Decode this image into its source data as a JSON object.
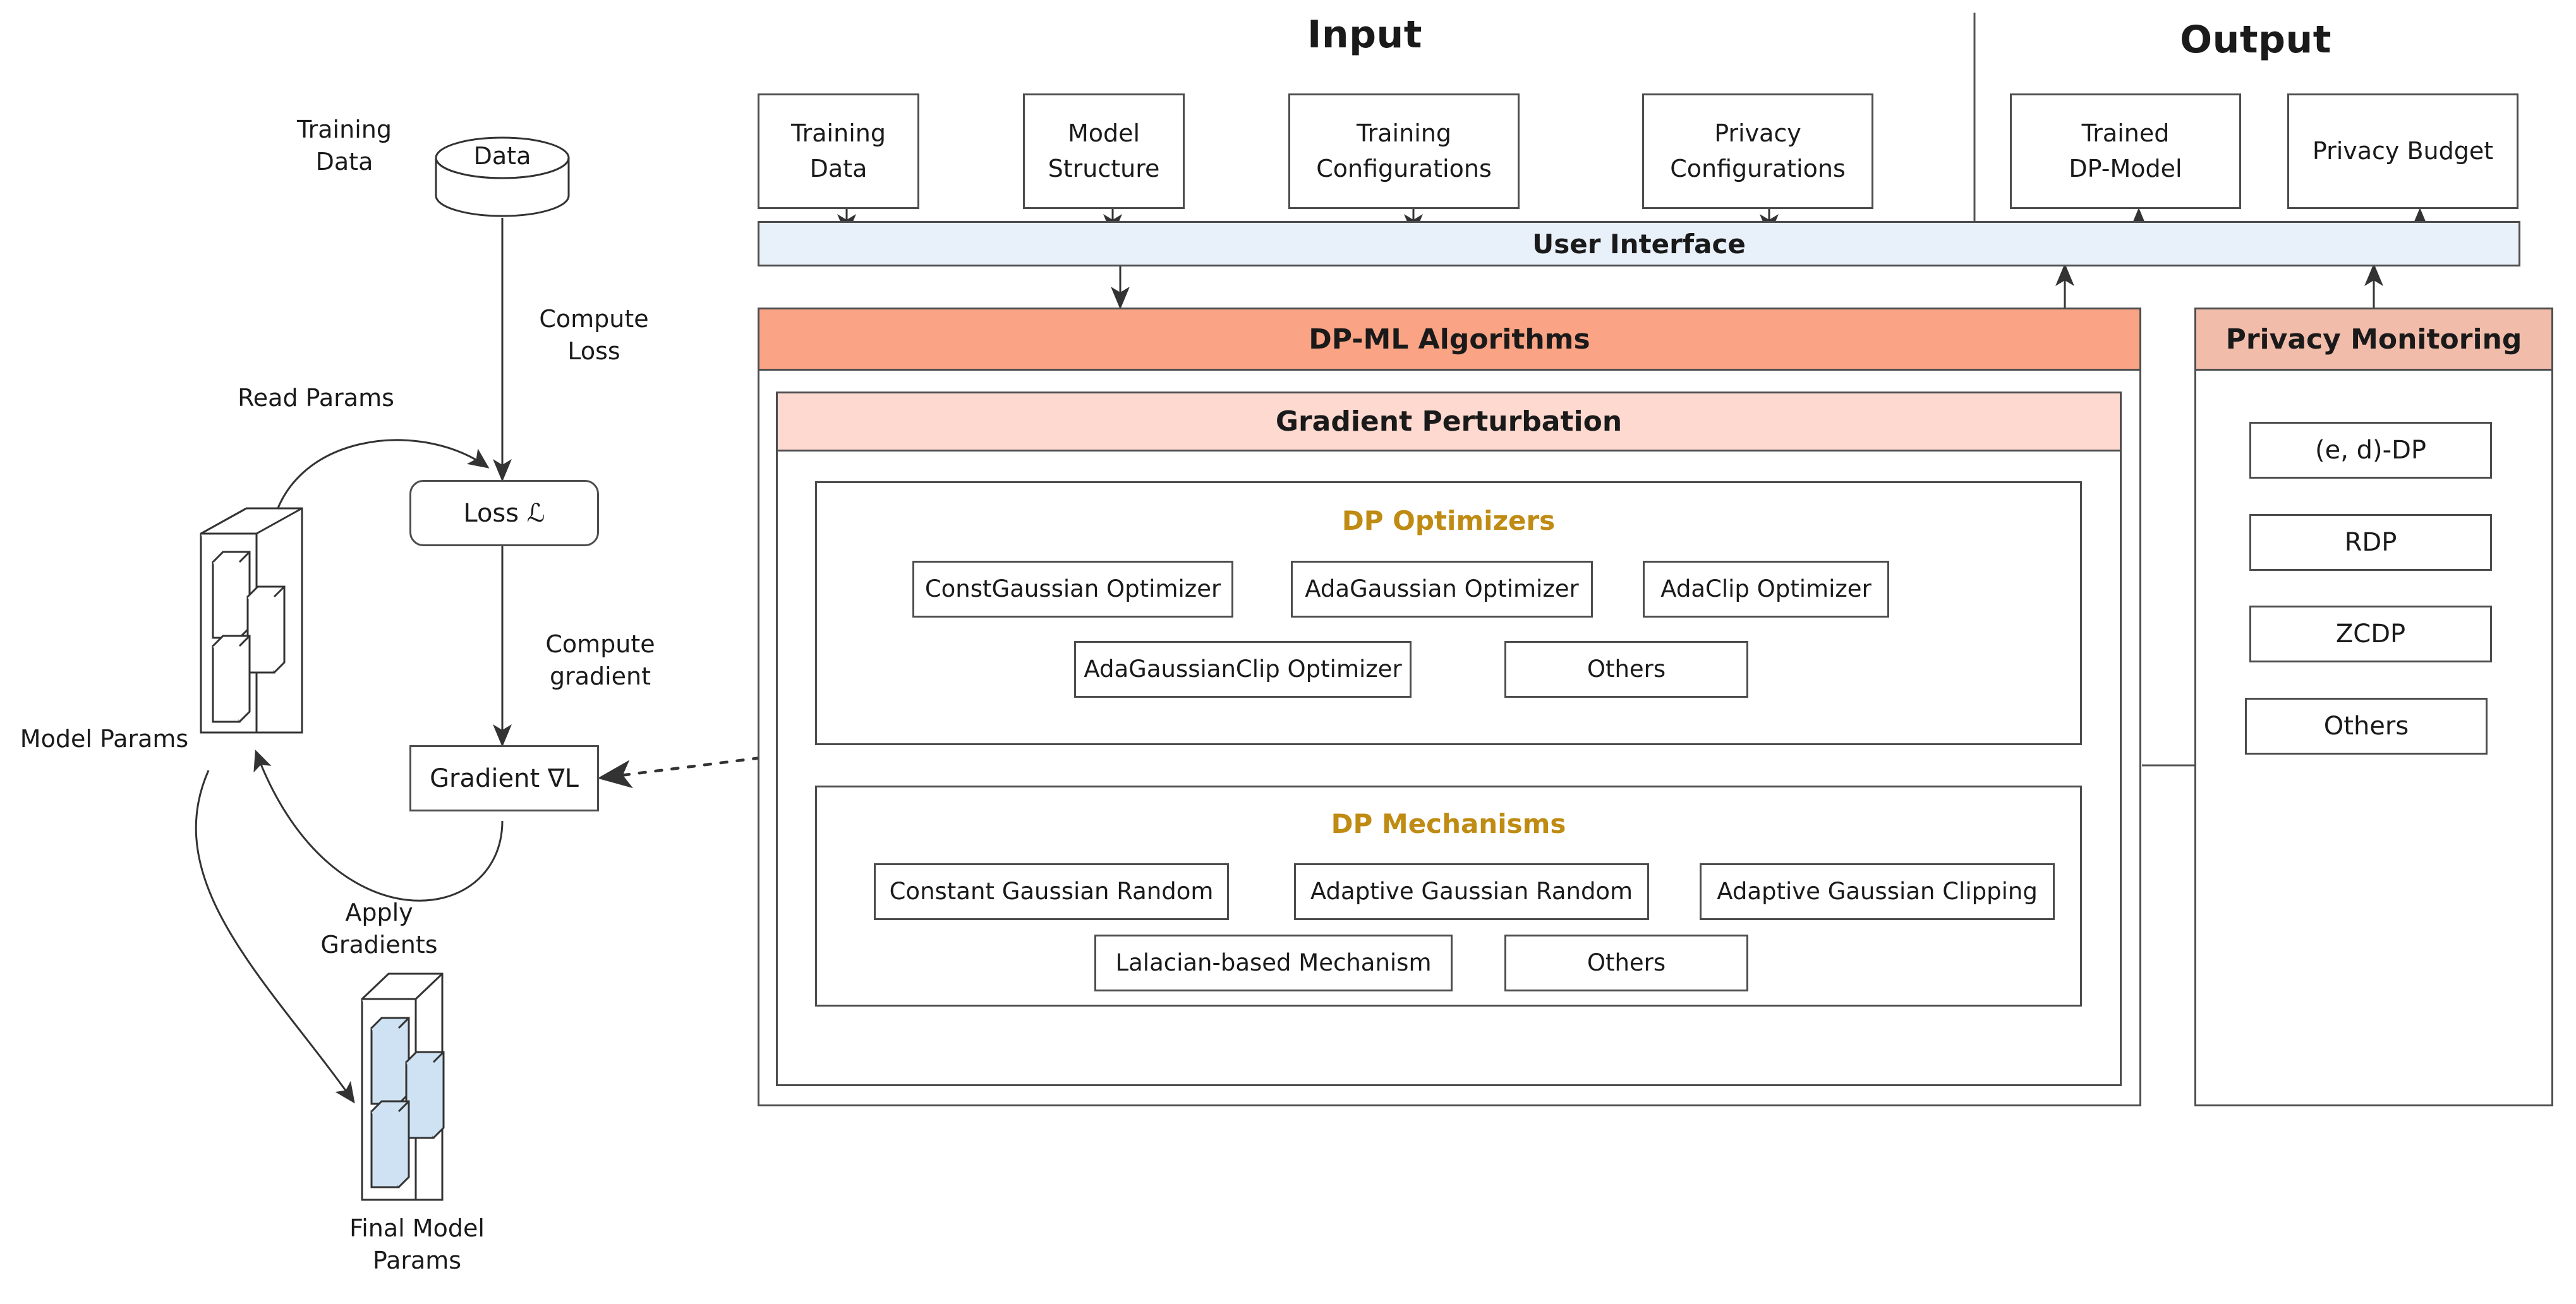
{
  "sections": {
    "input_title": "Input",
    "output_title": "Output"
  },
  "colors": {
    "user_interface_fill": "#e8f0fa",
    "dpml_header_fill": "#faa485",
    "gradient_perturbation_fill": "#fdd9d0",
    "privacy_monitoring_fill": "#f2bcab",
    "group_title_color": "#bf8b13",
    "param_block_fill": "#cfe2f3",
    "stroke": "#4d4d4d"
  },
  "training_loop": {
    "training_data_label": "Training\nData",
    "datastore_label": "Data",
    "compute_loss_label": "Compute\nLoss",
    "read_params_label": "Read Params",
    "loss_label": "Loss ℒ",
    "compute_gradient_label": "Compute\ngradient",
    "gradient_label": "Gradient ∇L",
    "model_params_label": "Model Params",
    "apply_gradients_label": "Apply\nGradients",
    "final_model_params_label": "Final Model\nParams"
  },
  "input_boxes": [
    {
      "label": "Training\nData"
    },
    {
      "label": "Model\nStructure"
    },
    {
      "label": "Training\nConfigurations"
    },
    {
      "label": "Privacy\nConfigurations"
    }
  ],
  "output_boxes": [
    {
      "label": "Trained\nDP-Model"
    },
    {
      "label": "Privacy Budget"
    }
  ],
  "user_interface": {
    "label": "User Interface"
  },
  "dpml": {
    "header": "DP-ML Algorithms",
    "gradient_perturbation_header": "Gradient Perturbation",
    "optimizers": {
      "title": "DP Optimizers",
      "row1": [
        {
          "label": "ConstGaussian Optimizer"
        },
        {
          "label": "AdaGaussian Optimizer"
        },
        {
          "label": "AdaClip Optimizer"
        }
      ],
      "row2": [
        {
          "label": "AdaGaussianClip Optimizer"
        },
        {
          "label": "Others"
        }
      ]
    },
    "mechanisms": {
      "title": "DP Mechanisms",
      "row1": [
        {
          "label": "Constant Gaussian Random"
        },
        {
          "label": "Adaptive Gaussian Random"
        },
        {
          "label": "Adaptive Gaussian Clipping"
        }
      ],
      "row2": [
        {
          "label": "Lalacian-based Mechanism"
        },
        {
          "label": "Others"
        }
      ]
    }
  },
  "privacy_monitoring": {
    "header": "Privacy Monitoring",
    "items": [
      {
        "label": "(e, d)-DP"
      },
      {
        "label": "RDP"
      },
      {
        "label": "ZCDP"
      },
      {
        "label": "Others"
      }
    ]
  }
}
